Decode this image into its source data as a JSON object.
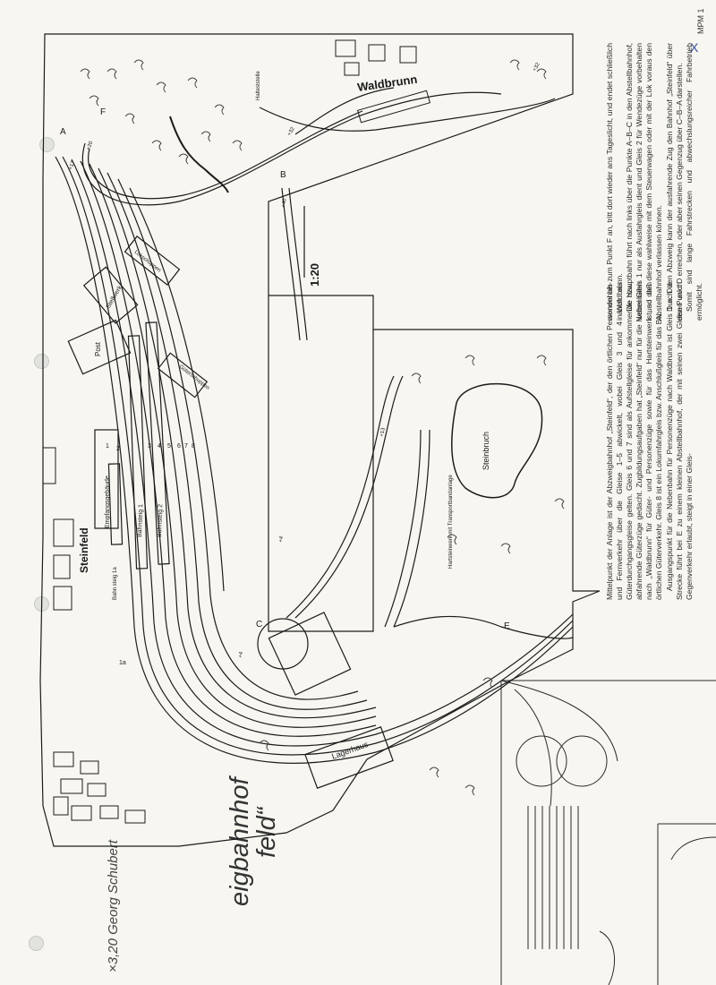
{
  "margin": {
    "code": "MPM 1",
    "mark": "X"
  },
  "header": {
    "byline": "×3,20 Georg Schubert",
    "title_line1": "eigbahnhof",
    "title_line2": "feld“"
  },
  "scale": "1:20",
  "plan_labels": {
    "waldbrunn": "Waldbrunn",
    "steinfeld": "Steinfeld",
    "steinbruch": "Steinbruch",
    "lagerhaus": "Lagerhaus",
    "post": "Post",
    "stellwerk": "Stellwerk",
    "empfangsgebaeude": "Empfangsgebäude",
    "bahnsteig1": "Bahnsteig 1",
    "bahnsteig2": "Bahnsteig 2",
    "bahnsteig1a": "Bahn steig 1a",
    "hartsteinwerk": "Hartsteinwerk mit Transportbandanlage",
    "gueterschuppen": "Güterschuppen",
    "lokschuppen": "Lokschuppen",
    "haltestelle": "Halteststelle"
  },
  "point_labels": {
    "A": "A",
    "B": "B",
    "C": "C",
    "E": "E",
    "F": "F"
  },
  "grade_labels": [
    "+32",
    "+32",
    "+20",
    "+17",
    "+40",
    "+13",
    "+4",
    "+4"
  ],
  "track_numbers": [
    "1",
    "2",
    "3",
    "4",
    "5",
    "6",
    "7",
    "8",
    "1a"
  ],
  "text": {
    "col1": [
      "Mittelpunkt der Anlage ist der Abzweigbahnhof „Steinfeld“, der den örtlichen Personennah- und Fernverkehr über die Gleise 1–5 abwickelt, wobei Gleis 3 und 4 auch als Güterdurchgangsgleise gelten. Gleis 6 und 7 sind als Aufstellgleise für ankommende bzw. abfahrende Güterzüge gedacht. Zugbildungsaufgaben hat „Steinfeld“ nur für die Nebenbahn nach „Waldbrunn“ für Güter- und Personenzüge sowie für das Hartsteinwerk und den örtlichen Güterverkehr. Gleis 8 ist ein Lokumfahrgleis bzw. Anschlußgleis für das Bw.",
      "Ausgangspunkt für die Nebenbahn für Personenzüge nach Waldbrunn ist Gleis 1 a. Die Strecke führt bei E zu einem kleinen Abstellbahnhof, der mit seinen zwei Gleisen auch Gegenverkehr erlaubt, steigt in einer Gleis-"
    ],
    "col2": [
      "wendel bis zum Punkt F an, tritt dort wieder ans Tageslicht, und endet schließlich in Waldbrunn.",
      "Die Hauptbahn führt nach links über die Punkte A–B–C in den Abstellbahnhof, wobei Gleis 1 nur als Ausfahrgleis dient und Gleis 2 für Wendezüge vorbehalten ist, so daß diese wahlweise mit dem Steuerwagen oder mit der Lok voraus den Abstellbahnhof verlassen können.",
      "Durch den Abzweig kann der ausfahrende Zug den Bahnhof „Steinfeld“ über den Punkt D erreichen, oder aber seinen Gegenzug über C–B–A darstellen.",
      "Somit sind lange Fahrstrecken und abwechslungsreicher Fahrbetrieb ermöglicht."
    ]
  }
}
